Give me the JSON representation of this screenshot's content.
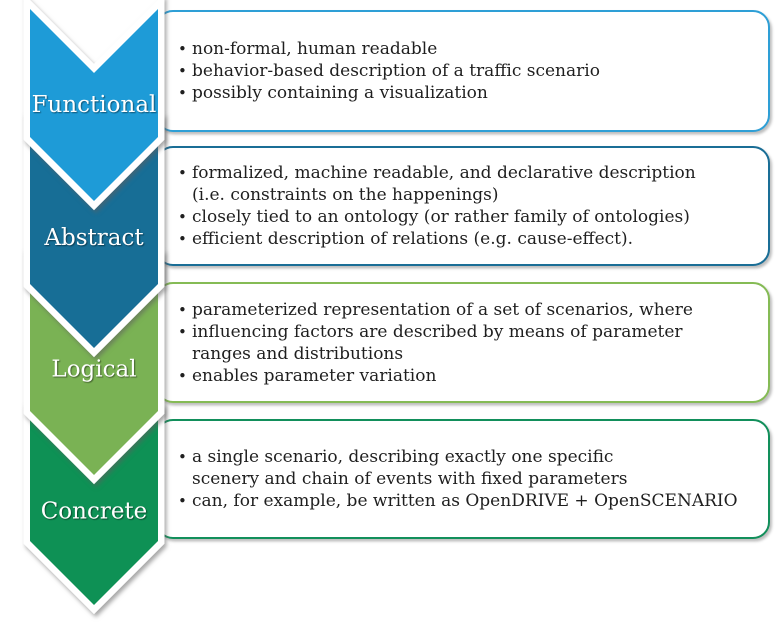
{
  "background_color": "#ffffff",
  "text_color": "#1f1f1f",
  "bullet_char": "•",
  "levels": [
    {
      "label": "Functional",
      "arrow_color": "#1E9BD7",
      "border_color": "#2E9FD6",
      "bullets": [
        {
          "lines": [
            "non-formal, human readable"
          ]
        },
        {
          "lines": [
            "behavior-based description of a traffic scenario"
          ]
        },
        {
          "lines": [
            "possibly containing a visualization"
          ]
        }
      ]
    },
    {
      "label": "Abstract",
      "arrow_color": "#176E96",
      "border_color": "#1A6E96",
      "bullets": [
        {
          "lines": [
            "formalized, machine readable, and declarative description",
            "(i.e. constraints on the happenings)"
          ]
        },
        {
          "lines": [
            "closely tied to an ontology (or rather family of ontologies)"
          ]
        },
        {
          "lines": [
            "efficient description of relations (e.g. cause-effect)."
          ]
        }
      ]
    },
    {
      "label": "Logical",
      "arrow_color": "#7AB254",
      "border_color": "#85BB55",
      "bullets": [
        {
          "lines": [
            "parameterized representation of a set of scenarios, where"
          ]
        },
        {
          "lines": [
            "influencing factors are described by means of parameter",
            "ranges and distributions"
          ]
        },
        {
          "lines": [
            "enables parameter variation"
          ]
        }
      ]
    },
    {
      "label": "Concrete",
      "arrow_color": "#0E9155",
      "border_color": "#128F5B",
      "bullets": [
        {
          "lines": [
            "a single scenario, describing exactly one specific",
            "scenery and chain of events with fixed parameters"
          ]
        },
        {
          "lines": [
            "can, for example, be written as OpenDRIVE + OpenSCENARIO"
          ]
        }
      ]
    }
  ]
}
